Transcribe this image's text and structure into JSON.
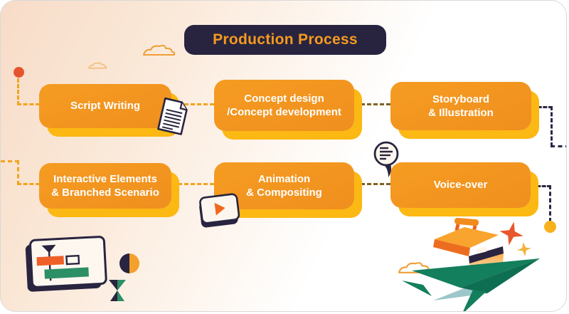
{
  "title": {
    "label": "Production Process"
  },
  "boxes": [
    {
      "id": "script-writing",
      "label": "Script Writing"
    },
    {
      "id": "concept-design",
      "label": "Concept design\n/Concept development"
    },
    {
      "id": "storyboard-illustration",
      "label": "Storyboard\n& Illustration"
    },
    {
      "id": "interactive-elements",
      "label": "Interactive Elements\n& Branched Scenario"
    },
    {
      "id": "animation-compositing",
      "label": "Animation\n& Compositing"
    },
    {
      "id": "voice-over",
      "label": "Voice-over"
    }
  ],
  "icons": [
    {
      "name": "document-icon"
    },
    {
      "name": "speech-bubble-icon"
    },
    {
      "name": "video-player-icon"
    },
    {
      "name": "gantt-chart-icon"
    },
    {
      "name": "half-circle-icon"
    },
    {
      "name": "hourglass-icon"
    },
    {
      "name": "toolbox-icon"
    },
    {
      "name": "paper-plane-icon"
    },
    {
      "name": "star-icon"
    },
    {
      "name": "cloud-icon"
    }
  ],
  "colors": {
    "box_orange": "#f2951f",
    "box_shadow_yellow": "#fcb813",
    "title_bg_navy": "#282440",
    "title_text_orange": "#f69a1e",
    "dash_orange": "#f3a41f",
    "dash_olive": "#7c6421",
    "dash_navy": "#2b2747",
    "start_dot": "#e5542c",
    "end_dot": "#f8b11d",
    "teal_light": "#9fc7ca",
    "green_dark": "#137f5c",
    "navy_ink": "#29243f",
    "accent_red_orange": "#e8562c",
    "background_peach": "#f7dcc8"
  }
}
